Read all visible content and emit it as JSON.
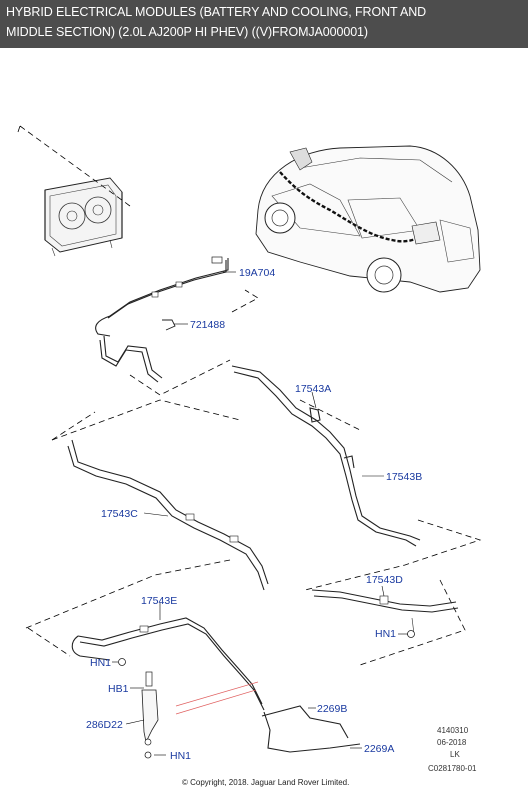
{
  "header": {
    "line1": "HYBRID ELECTRICAL MODULES (BATTERY AND COOLING, FRONT AND",
    "line2": "MIDDLE SECTION) (2.0L AJ200P HI PHEV) ((V)FROMJA000001)"
  },
  "callouts": {
    "c19A704": "19A704",
    "c721488": "721488",
    "c17543A": "17543A",
    "c17543B": "17543B",
    "c17543C": "17543C",
    "c17543D": "17543D",
    "c17543E": "17543E",
    "cHN1_right": "HN1",
    "cHN1_left": "HN1",
    "cHB1": "HB1",
    "c286D22": "286D22",
    "cHN1_bottom": "HN1",
    "c2269B": "2269B",
    "c2269A": "2269A"
  },
  "meta": {
    "ref": "4140310",
    "date": "06-2018",
    "region": "LK",
    "code": "C0281780-01"
  },
  "footer": {
    "copyright": "© Copyright, 2018. Jaguar Land Rover Limited."
  },
  "colors": {
    "header_bg": "#4d4d4d",
    "callout": "#1a3aa0",
    "pointer": "#e06060"
  }
}
